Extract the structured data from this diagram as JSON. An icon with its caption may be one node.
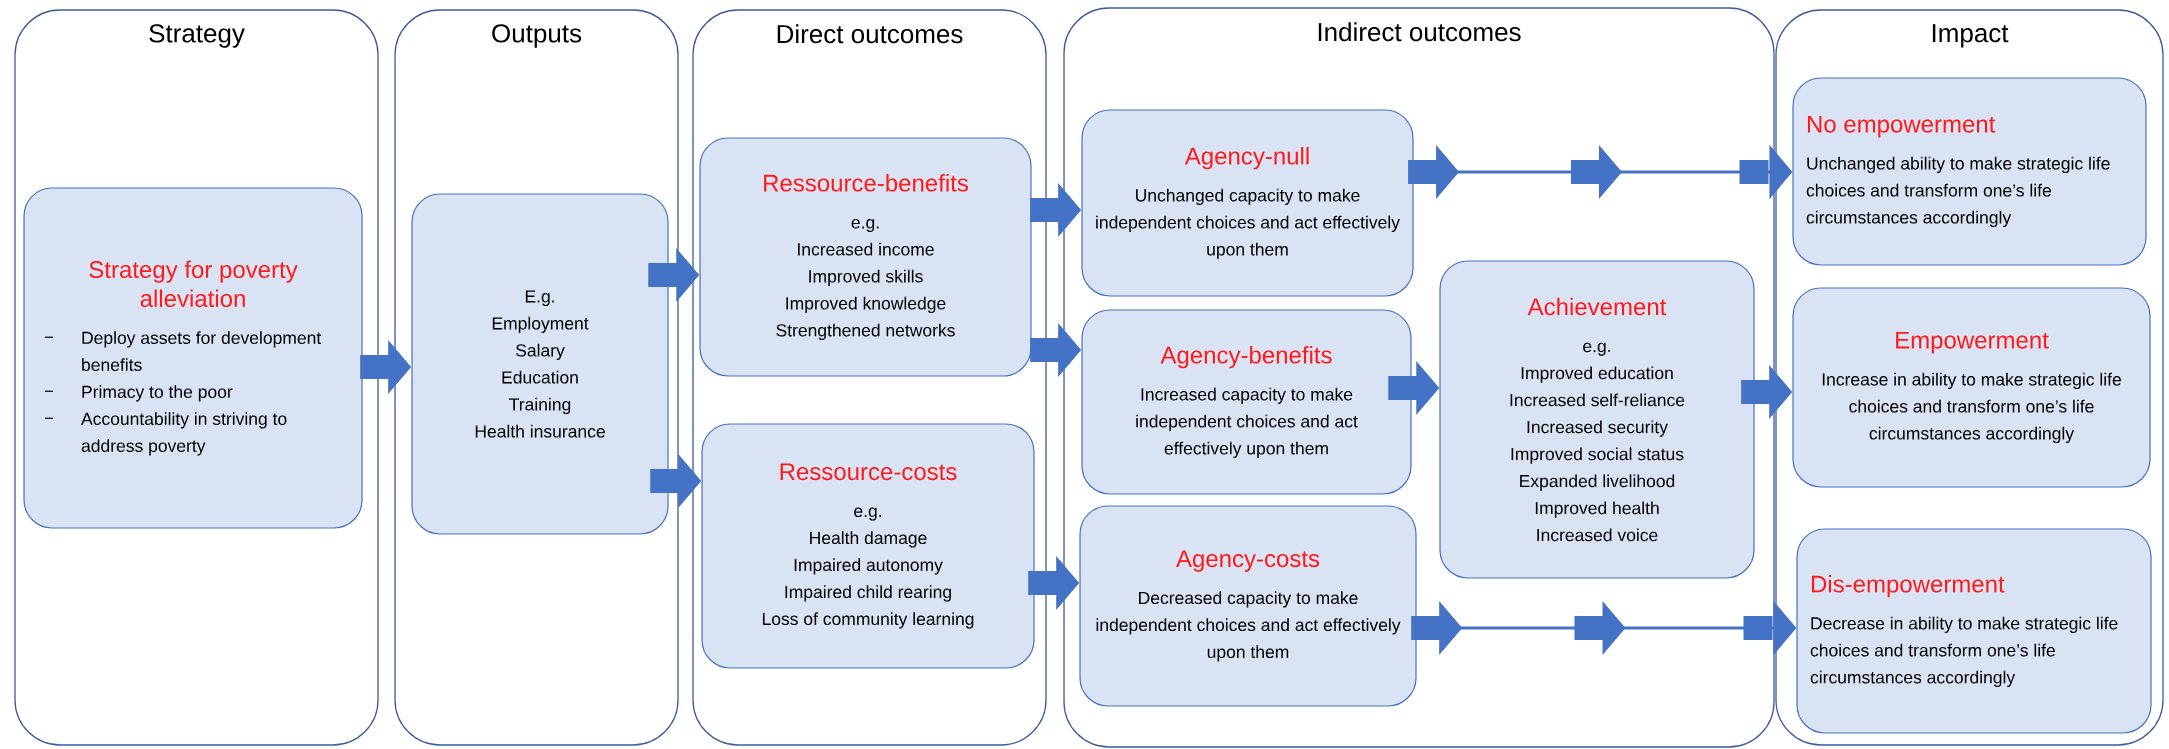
{
  "diagram": {
    "nodes": [
      {
        "text": [
          "Strategy"
        ]
      },
      {
        "text": [
          "Strategy for poverty alleviation",
          "Deploy assets for development benefits",
          "Primacy to the poor",
          "Accountability in striving to address poverty"
        ],
        "in": 0
      },
      {
        "text": [
          "Outputs"
        ]
      },
      {
        "text": [
          "E.g.",
          "Employment",
          "Salary",
          "Education",
          "Training",
          "Health insurance"
        ],
        "in": 2
      },
      {
        "text": [
          "Direct outcomes"
        ]
      },
      {
        "text": [
          "Ressource-benefits",
          "e.g.",
          "Increased income",
          "Improved skills",
          "Improved knowledge",
          "Strengthened networks"
        ],
        "in": 4
      },
      {
        "text": [
          "Ressource-costs",
          "e.g.",
          "Health damage",
          "Impaired autonomy",
          "Impaired child rearing",
          "Loss of community learning"
        ],
        "in": 4
      },
      {
        "text": [
          "Indirect outcomes"
        ]
      },
      {
        "text": [
          "Agency-null",
          "Unchanged capacity to make independent choices and act effectively upon them"
        ],
        "in": 7
      },
      {
        "text": [
          "Agency-benefits",
          "Increased capacity to make independent choices and act effectively upon them"
        ],
        "in": 7
      },
      {
        "text": [
          "Agency-costs",
          "Decreased capacity to make independent choices and act effectively upon them"
        ],
        "in": 7
      },
      {
        "text": [
          "Achievement",
          "e.g.",
          "Improved education",
          "Increased self-reliance",
          "Increased security",
          "Improved social status",
          "Expanded livelihood",
          "Improved health",
          "Increased voice"
        ],
        "in": 7
      },
      {
        "text": [
          "Impact"
        ]
      },
      {
        "text": [
          "No empowerment",
          "Unchanged ability to make strategic life choices and transform one’s life circumstances accordingly"
        ],
        "in": 12
      },
      {
        "text": [
          "Empowerment",
          "Increase in ability to make strategic life choices and transform one’s life circumstances accordingly"
        ],
        "in": 12
      },
      {
        "text": [
          "Dis-empowerment",
          "Decrease in ability to make strategic life choices and transform one’s life circumstances accordingly"
        ],
        "in": 12
      }
    ],
    "edges": [
      {
        "from": 1,
        "to": 3,
        "arrow": "to"
      },
      {
        "from": 3,
        "to": 5,
        "arrow": "to"
      },
      {
        "from": 3,
        "to": 6,
        "arrow": "to"
      },
      {
        "from": 5,
        "to": 8,
        "arrow": "to"
      },
      {
        "from": 5,
        "to": 9,
        "arrow": "to"
      },
      {
        "from": 6,
        "to": 10,
        "arrow": "to"
      },
      {
        "from": 8,
        "to": 13,
        "arrow": "to"
      },
      {
        "from": 9,
        "to": 11,
        "arrow": "to"
      },
      {
        "from": 11,
        "to": 14,
        "arrow": "to"
      },
      {
        "from": 10,
        "to": 15,
        "arrow": "to"
      }
    ]
  }
}
